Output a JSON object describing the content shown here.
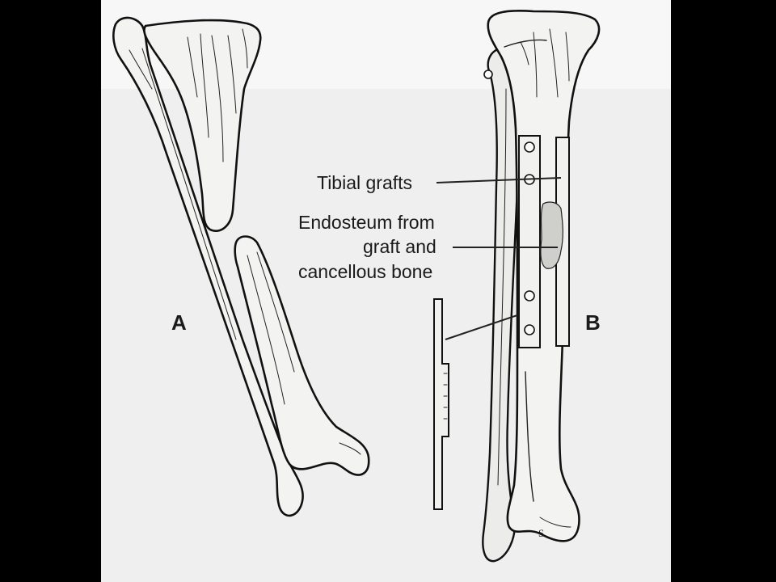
{
  "figure": {
    "labels": {
      "panel_a": "A",
      "panel_b": "B",
      "tibial_grafts": "Tibial grafts",
      "endosteum_line1": "Endosteum from",
      "endosteum_line2": "graft and",
      "endosteum_line3": "cancellous bone"
    },
    "signature": "S.",
    "colors": {
      "background": "#000000",
      "paper": "#f7f7f7",
      "ink": "#111111"
    }
  }
}
